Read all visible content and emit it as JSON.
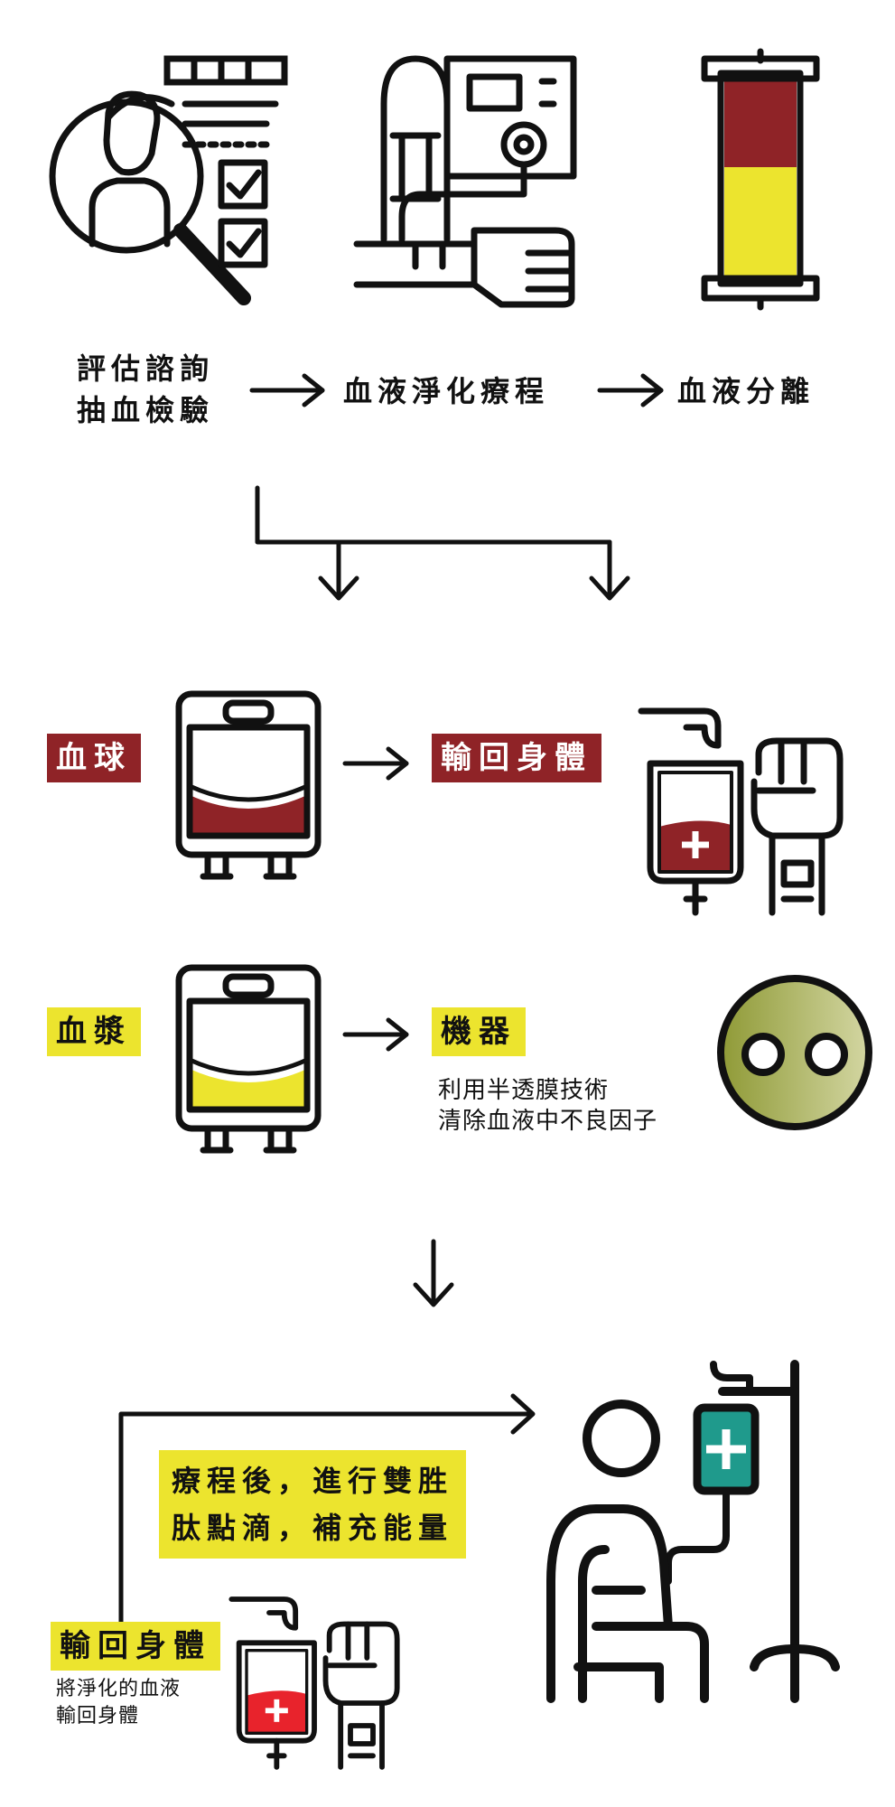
{
  "colors": {
    "blood_red": "#8f2327",
    "plasma_yellow": "#ece42e",
    "teal": "#1f9a8c",
    "bright_red": "#e8232c",
    "ink": "#111111",
    "machine_green": "#9fa84a"
  },
  "icons": [
    "consultation-icon",
    "blood-purification-machine-icon",
    "blood-separation-tube-icon",
    "blood-bag-icon",
    "iv-drip-arm-icon",
    "filter-machine-icon",
    "patient-iv-drip-icon"
  ],
  "step1": {
    "line1": "評估諮詢",
    "line2": "抽血檢驗"
  },
  "step2": "血液淨化療程",
  "step3": "血液分離",
  "blood_cells": {
    "tag": "血球",
    "result_tag": "輸回身體"
  },
  "plasma": {
    "tag": "血漿",
    "result_tag": "機器",
    "desc_line1": "利用半透膜技術",
    "desc_line2": "清除血液中不良因子"
  },
  "after": {
    "line1": "療程後，進行雙胜",
    "line2": "肽點滴，補充能量"
  },
  "return": {
    "tag": "輸回身體",
    "desc_line1": "將淨化的血液",
    "desc_line2": "輸回身體"
  }
}
